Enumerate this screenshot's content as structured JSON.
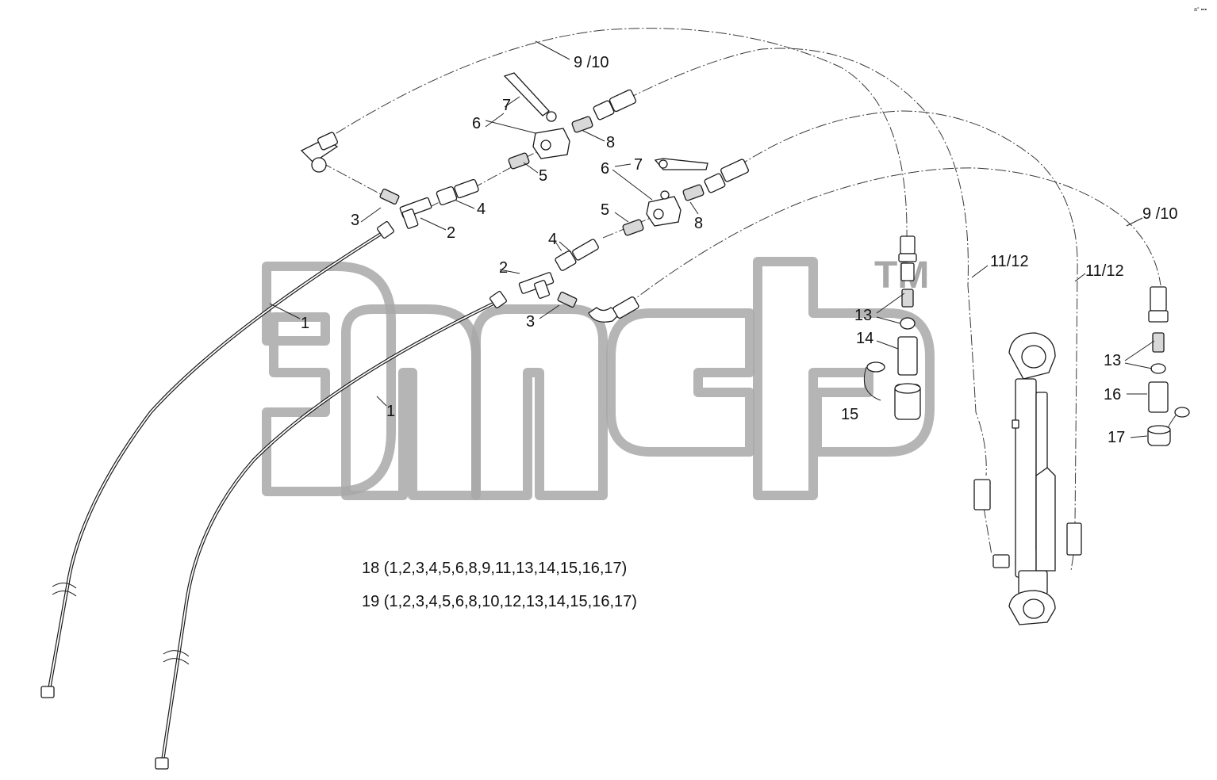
{
  "watermark": {
    "tm": "TM"
  },
  "callouts": {
    "label_9_10_top": "9 /10",
    "label_9_10_right": "9 /10",
    "label_11_12_a": "11/12",
    "label_11_12_b": "11/12",
    "label_1_a": "1",
    "label_1_b": "1",
    "label_2_a": "2",
    "label_2_b": "2",
    "label_3_a": "3",
    "label_3_b": "3",
    "label_4_a": "4",
    "label_4_b": "4",
    "label_5_a": "5",
    "label_5_b": "5",
    "label_6_a": "6",
    "label_6_b": "6",
    "label_7_a": "7",
    "label_7_b": "7",
    "label_8_a": "8",
    "label_8_b": "8",
    "label_13_a": "13",
    "label_13_b": "13",
    "label_14": "14",
    "label_15": "15",
    "label_16": "16",
    "label_17": "17"
  },
  "notes": {
    "kit_18": "18 (1,2,3,4,5,6,8,9,11,13,14,15,16,17)",
    "kit_19": "19 (1,2,3,4,5,6,8,10,12,13,14,15,16,17)"
  },
  "corner_mark": "a°  ▪▪▪"
}
